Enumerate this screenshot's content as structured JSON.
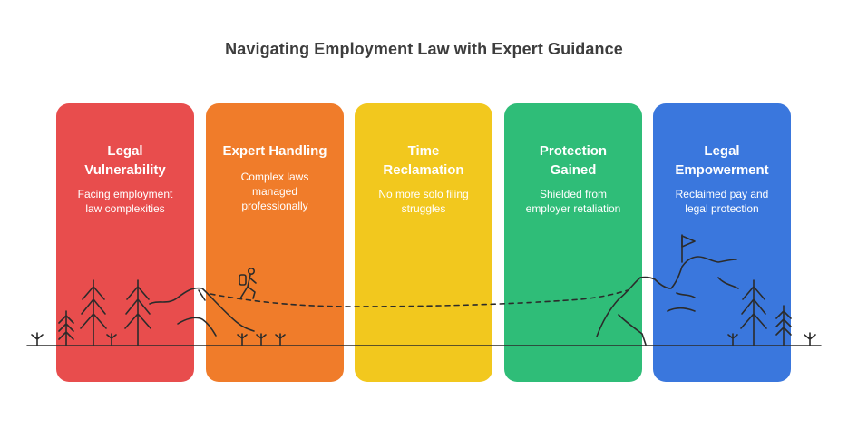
{
  "title": "Navigating Employment Law with Expert Guidance",
  "colors": {
    "red": "#e84d4d",
    "orange": "#f07c2a",
    "yellow": "#f2c81e",
    "green": "#2fbd78",
    "blue": "#3a77dd",
    "line": "#2b2b2b"
  },
  "cards": [
    {
      "heading_line1": "Legal",
      "heading_line2": "Vulnerability",
      "desc_line1": "Facing employment",
      "desc_line2": "law complexities",
      "desc_line3": ""
    },
    {
      "heading_line1": "Expert Handling",
      "heading_line2": "",
      "desc_line1": "Complex laws",
      "desc_line2": "managed",
      "desc_line3": "professionally"
    },
    {
      "heading_line1": "Time",
      "heading_line2": "Reclamation",
      "desc_line1": "No more solo filing",
      "desc_line2": "struggles",
      "desc_line3": ""
    },
    {
      "heading_line1": "Protection",
      "heading_line2": "Gained",
      "desc_line1": "Shielded from",
      "desc_line2": "employer retaliation",
      "desc_line3": ""
    },
    {
      "heading_line1": "Legal",
      "heading_line2": "Empowerment",
      "desc_line1": "Reclaimed pay and",
      "desc_line2": "legal protection",
      "desc_line3": ""
    }
  ],
  "icons": {
    "hiker": "hiker-icon",
    "flag": "flag-icon",
    "tree": "pine-tree-icon",
    "mountain": "mountain-icon"
  }
}
